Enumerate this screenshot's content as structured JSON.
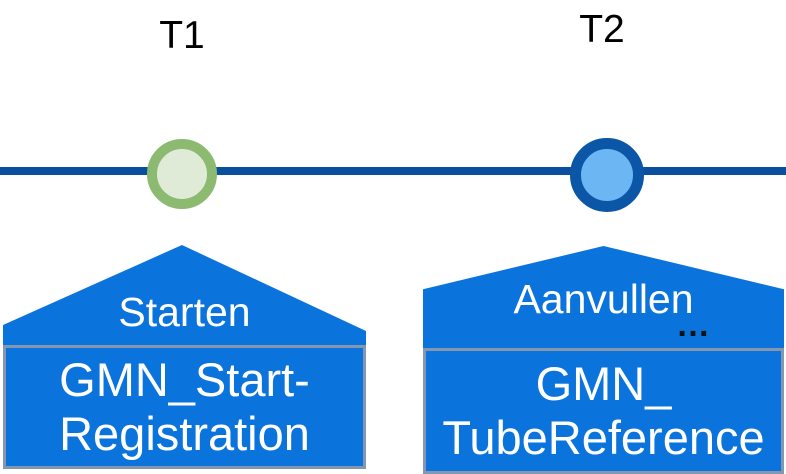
{
  "diagram": {
    "t1": {
      "time_label": "T1",
      "action_label": "Starten",
      "form_line1": "GMN_Start-",
      "form_line2": "Registration"
    },
    "t2": {
      "time_label": "T2",
      "action_label": "Aanvullen",
      "ellipsis": "…",
      "form_line1": "GMN_",
      "form_line2": "TubeReference"
    }
  },
  "colors": {
    "banner_blue": "#0B73DC",
    "timeline_blue": "#0A4F9E",
    "circle_green_ring": "#8CBA70",
    "circle_green_fill": "#DFEBD7",
    "circle_blue_ring": "#0B56A7",
    "circle_blue_fill": "#6DB6F4",
    "box_border_gray": "#8496B0",
    "banner_text_white": "#FFFFFF",
    "label_text_black": "#000000"
  }
}
